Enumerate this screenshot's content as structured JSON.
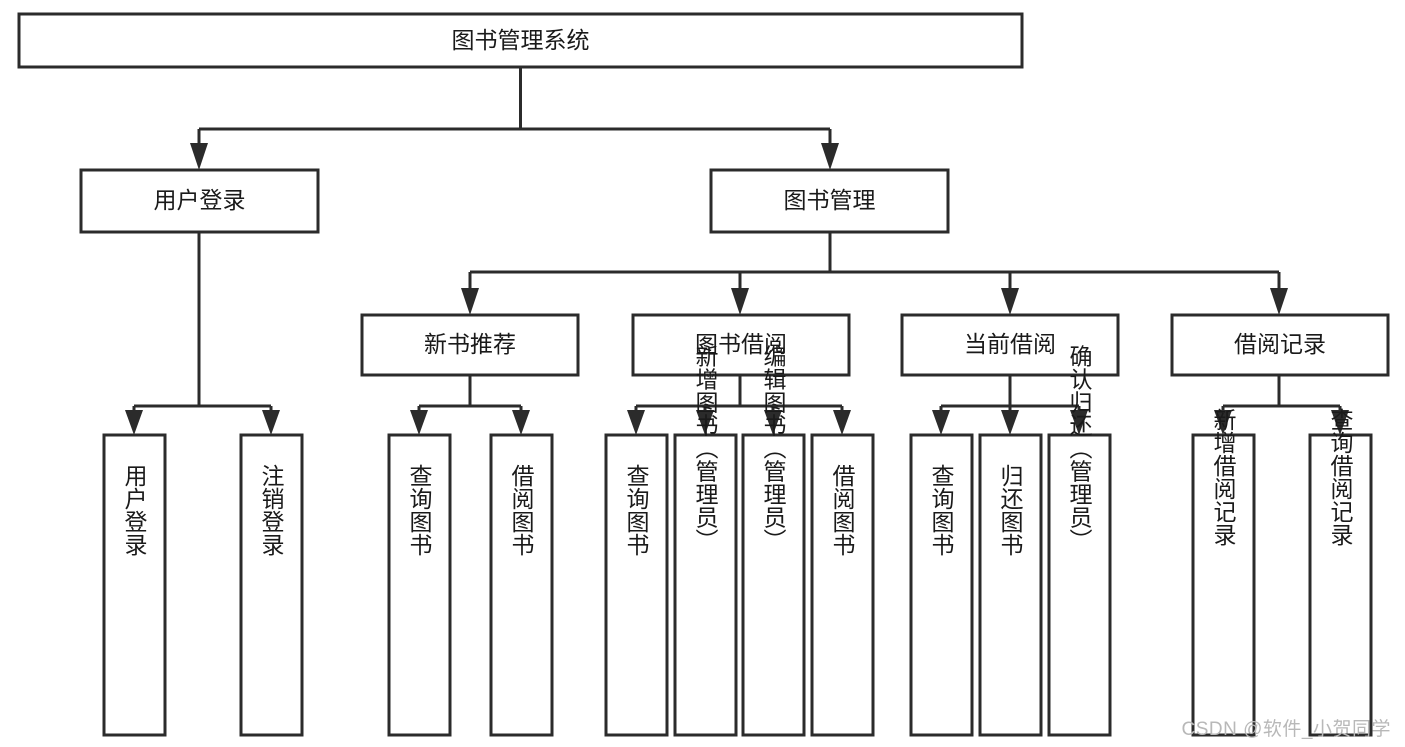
{
  "diagram": {
    "type": "hierarchy-tree",
    "title": "图书管理系统",
    "watermark": "CSDN @软件_小贺同学",
    "colors": {
      "stroke": "#2b2b2b",
      "fill": "#ffffff",
      "text": "#1a1a1a",
      "watermark": "#b8b8b8",
      "background": "#ffffff"
    },
    "levels": {
      "root": "图书管理系统",
      "level2": [
        "用户登录",
        "图书管理"
      ],
      "level3": [
        "新书推荐",
        "图书借阅",
        "当前借阅",
        "借阅记录"
      ]
    },
    "nodes": {
      "root": {
        "label": "图书管理系统",
        "orientation": "horizontal"
      },
      "user_login": {
        "label": "用户登录",
        "orientation": "horizontal"
      },
      "book_manage": {
        "label": "图书管理",
        "orientation": "horizontal"
      },
      "new_book_rec": {
        "label": "新书推荐",
        "orientation": "horizontal"
      },
      "book_borrow": {
        "label": "图书借阅",
        "orientation": "horizontal"
      },
      "current_borrow": {
        "label": "当前借阅",
        "orientation": "horizontal"
      },
      "borrow_record": {
        "label": "借阅记录",
        "orientation": "horizontal"
      },
      "leaf_user_login": {
        "label": "用户登录",
        "orientation": "vertical"
      },
      "leaf_logout": {
        "label": "注销登录",
        "orientation": "vertical"
      },
      "leaf_query_book_a": {
        "label": "查询图书",
        "orientation": "vertical"
      },
      "leaf_borrow_book_a": {
        "label": "借阅图书",
        "orientation": "vertical"
      },
      "leaf_query_book_b": {
        "label": "查询图书",
        "orientation": "vertical"
      },
      "leaf_add_book": {
        "label": "新增图书（管理员）",
        "orientation": "vertical"
      },
      "leaf_edit_book": {
        "label": "编辑图书（管理员）",
        "orientation": "vertical"
      },
      "leaf_borrow_book_b": {
        "label": "借阅图书",
        "orientation": "vertical"
      },
      "leaf_query_book_c": {
        "label": "查询图书",
        "orientation": "vertical"
      },
      "leaf_return_book": {
        "label": "归还图书",
        "orientation": "vertical"
      },
      "leaf_confirm_return": {
        "label": "确认归还（管理员）",
        "orientation": "vertical"
      },
      "leaf_add_record": {
        "label": "新增借阅记录",
        "orientation": "vertical"
      },
      "leaf_query_record": {
        "label": "查询借阅记录",
        "orientation": "vertical"
      }
    },
    "edges": [
      {
        "from": "图书管理系统",
        "to": "用户登录"
      },
      {
        "from": "图书管理系统",
        "to": "图书管理"
      },
      {
        "from": "用户登录",
        "to": "用户登录"
      },
      {
        "from": "用户登录",
        "to": "注销登录"
      },
      {
        "from": "图书管理",
        "to": "新书推荐"
      },
      {
        "from": "图书管理",
        "to": "图书借阅"
      },
      {
        "from": "图书管理",
        "to": "当前借阅"
      },
      {
        "from": "图书管理",
        "to": "借阅记录"
      },
      {
        "from": "新书推荐",
        "to": "查询图书"
      },
      {
        "from": "新书推荐",
        "to": "借阅图书"
      },
      {
        "from": "图书借阅",
        "to": "查询图书"
      },
      {
        "from": "图书借阅",
        "to": "新增图书（管理员）"
      },
      {
        "from": "图书借阅",
        "to": "编辑图书（管理员）"
      },
      {
        "from": "图书借阅",
        "to": "借阅图书"
      },
      {
        "from": "当前借阅",
        "to": "查询图书"
      },
      {
        "from": "当前借阅",
        "to": "归还图书"
      },
      {
        "from": "当前借阅",
        "to": "确认归还（管理员）"
      },
      {
        "from": "借阅记录",
        "to": "新增借阅记录"
      },
      {
        "from": "借阅记录",
        "to": "查询借阅记录"
      }
    ]
  }
}
